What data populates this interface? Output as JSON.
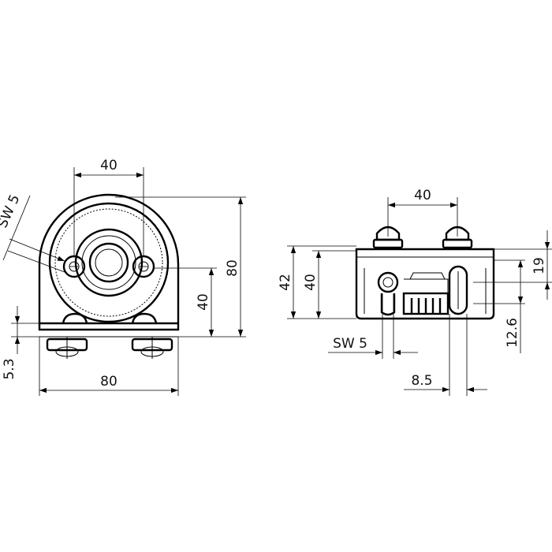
{
  "front_view": {
    "dim_top_width": "40",
    "dim_height_total": "80",
    "dim_height_axis": "40",
    "dim_base_width": "80",
    "dim_base_offset": "5.3",
    "dim_wrench": "SW 5"
  },
  "side_view": {
    "dim_top_spacing": "40",
    "dim_height_outer": "42",
    "dim_height_inner": "40",
    "dim_right_top": "19",
    "dim_right_lower": "12.6",
    "dim_wrench": "SW 5",
    "dim_offset": "8.5"
  }
}
